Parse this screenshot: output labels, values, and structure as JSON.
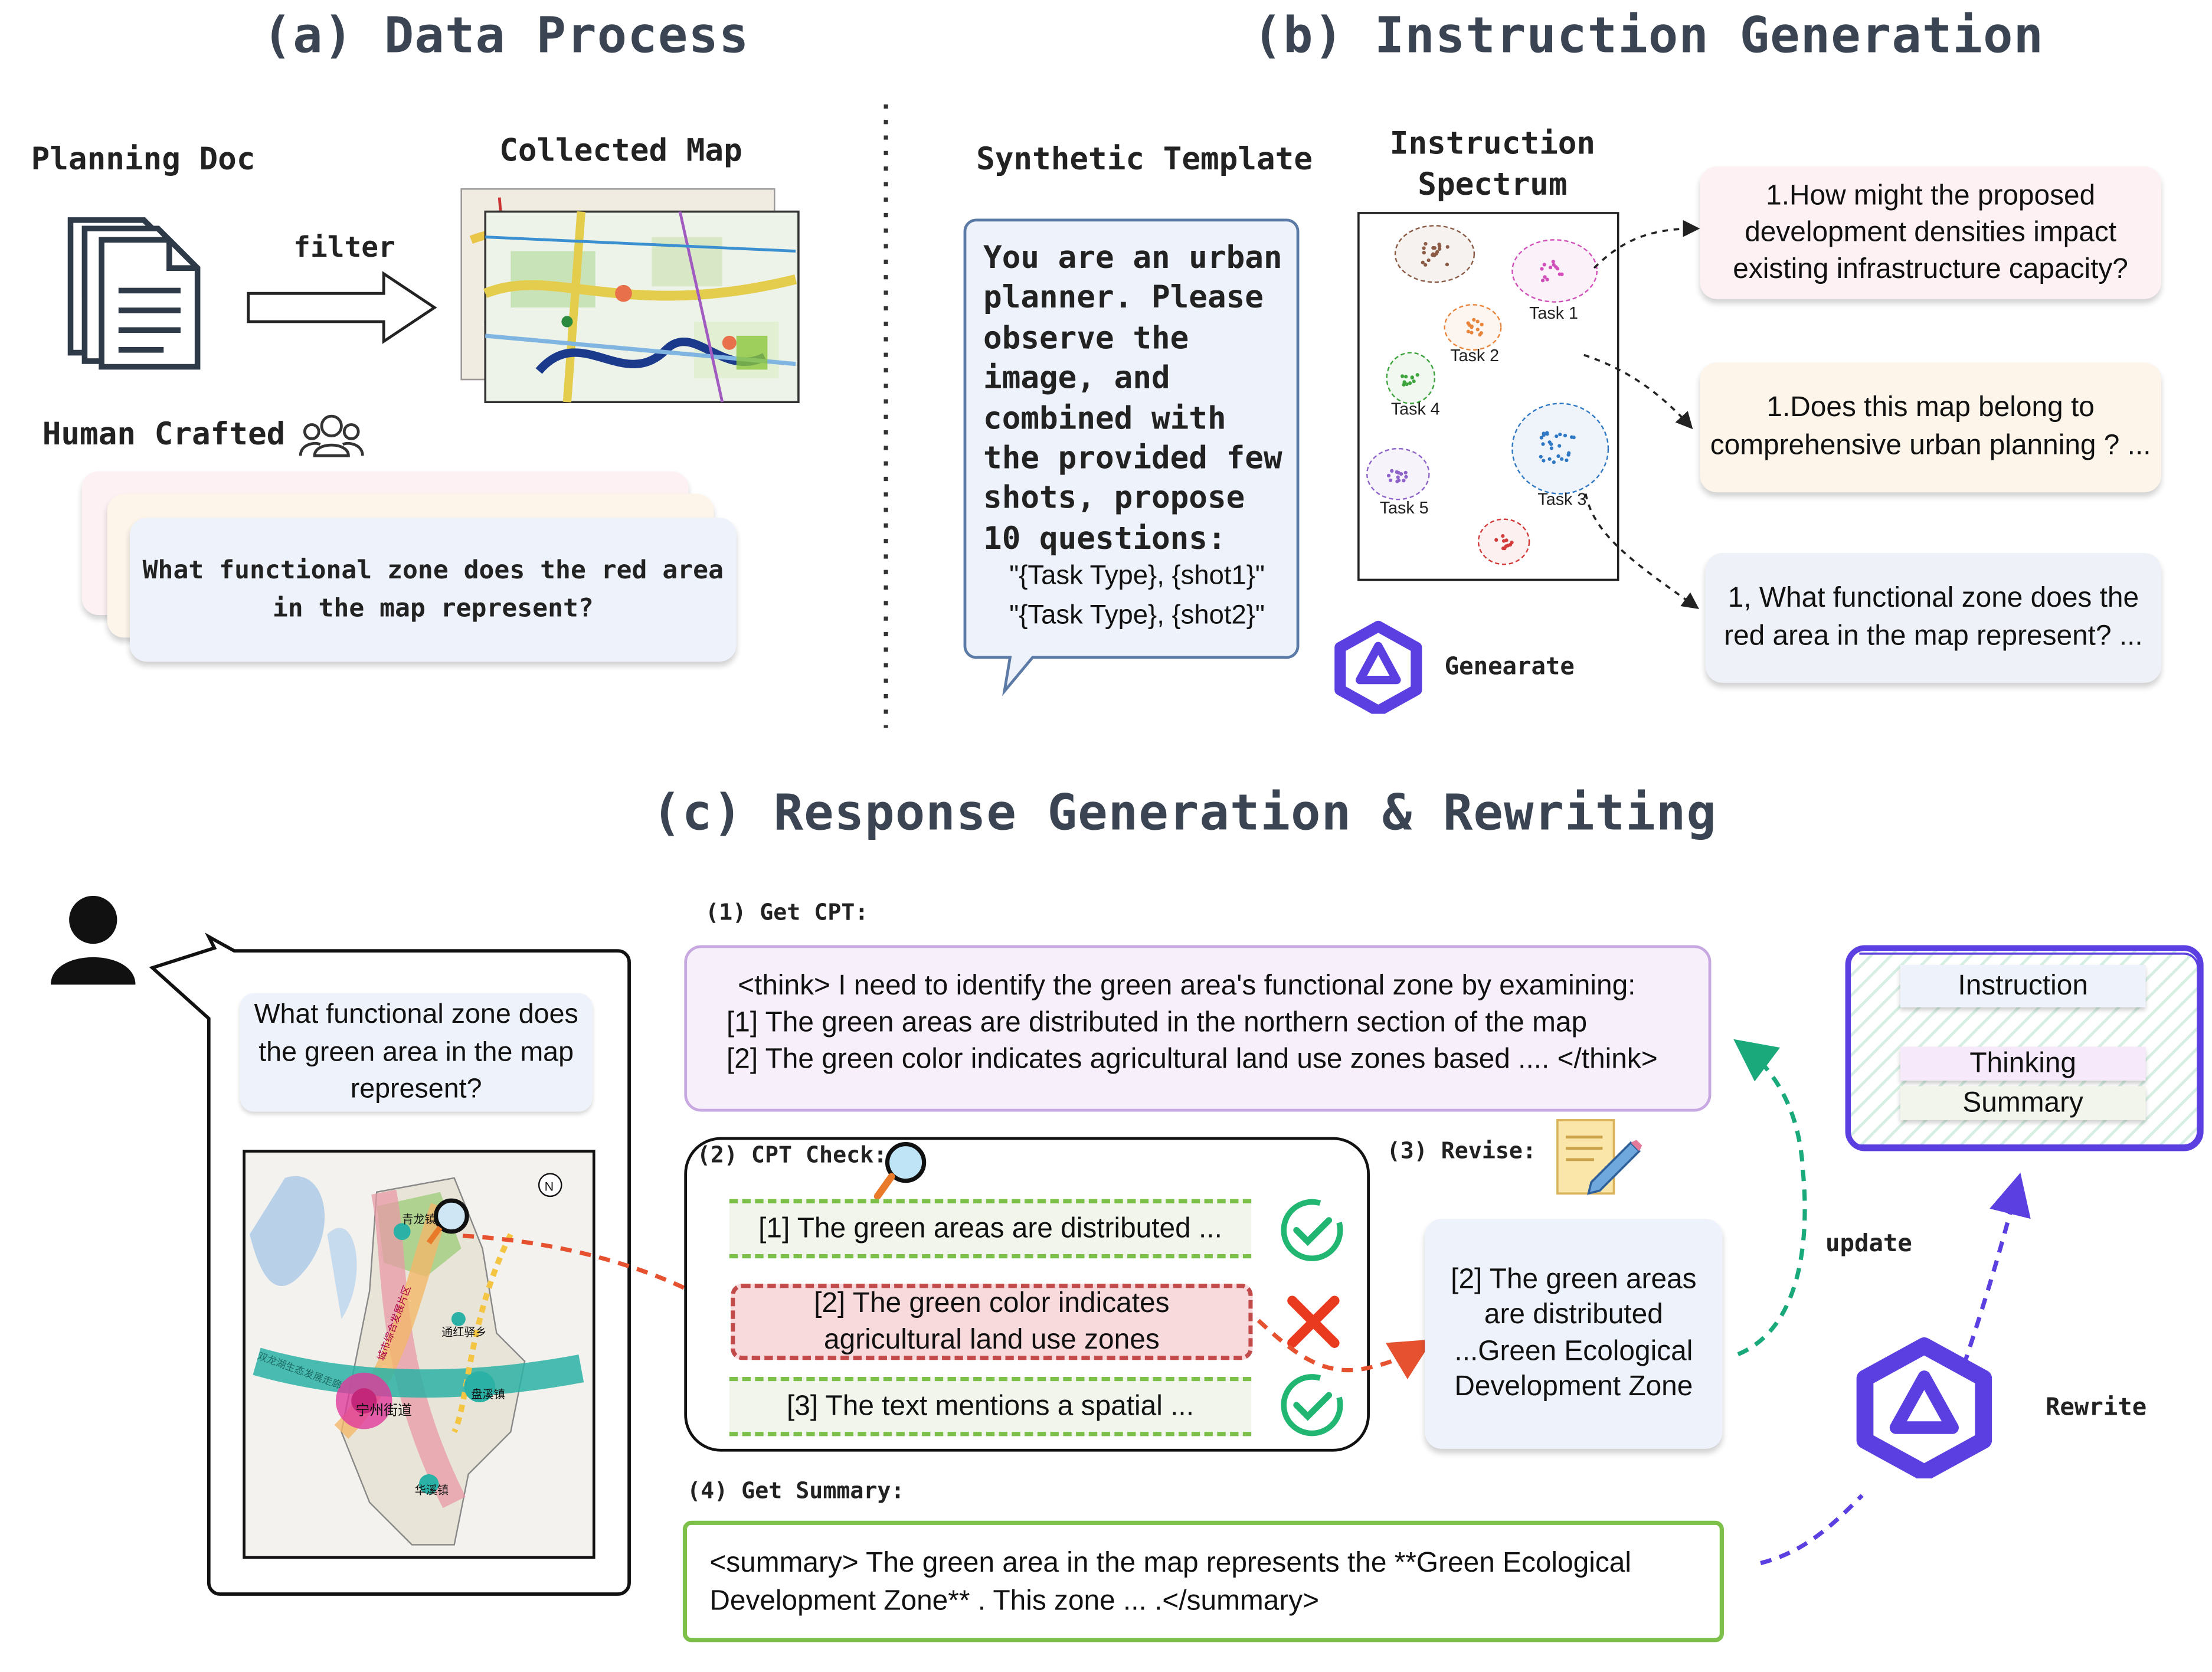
{
  "sections": {
    "a_title": "(a) Data Process",
    "b_title": "(b) Instruction Generation",
    "c_title": "(c) Response Generation & Rewriting"
  },
  "data_process": {
    "planning_doc": "Planning Doc",
    "filter": "filter",
    "collected_map": "Collected Map",
    "human_crafted": "Human Crafted",
    "human_question": "What functional zone does the red area in the map represent?"
  },
  "instruction_gen": {
    "synthetic_template_label": "Synthetic Template",
    "template_text": "You are an urban planner. Please observe the image, and combined with the provided few shots, propose 10 questions:",
    "shot1": "\"{Task Type}, {shot1}\"",
    "shot2": "\"{Task Type}, {shot2}\"",
    "spectrum_label": "Instruction Spectrum",
    "tasks": [
      "Task 1",
      "Task 2",
      "Task 3",
      "Task 4",
      "Task 5"
    ],
    "generate_label": "Genearate",
    "questions": [
      "1.How might the proposed development densities impact existing infrastructure capacity?",
      "1.Does this map belong to comprehensive urban planning ? ...",
      "1, What functional zone does the red area in the map represent? ..."
    ],
    "colors": {
      "q1": "#fdf1f4",
      "q2": "#fdf5ea",
      "q3": "#eef2f8"
    }
  },
  "response_gen": {
    "user_question": "What functional zone does the green area in the map represent?",
    "map_labels": [
      "宁州街道",
      "青龙镇",
      "通红驿乡",
      "盘溪镇",
      "华溪镇",
      "双龙湖生态发展走廊",
      "城市综合发展片区"
    ],
    "step1_label": "(1) Get CPT:",
    "cpt_lines": [
      "<think> I need to identify the green area's functional zone by examining:",
      "[1] The green areas are distributed in the northern section of the map",
      "[2] The green color indicates agricultural land use zones based .... </think>"
    ],
    "step2_label": "(2) CPT Check:",
    "checks": [
      "[1] The green areas are distributed ...",
      "[2] The green color indicates agricultural land use zones",
      "[3] The text mentions a spatial ..."
    ],
    "step3_label": "(3) Revise:",
    "revise_text": "[2] The green areas are distributed ...Green Ecological Development Zone",
    "step4_label": "(4) Get Summary:",
    "summary_text": "<summary> The green area in the map represents the **Green Ecological Development Zone** . This zone  ... .</summary>",
    "update_label": "update",
    "rewrite_label": "Rewrite",
    "output_items": [
      "Instruction",
      "Thinking",
      "Summary"
    ]
  }
}
